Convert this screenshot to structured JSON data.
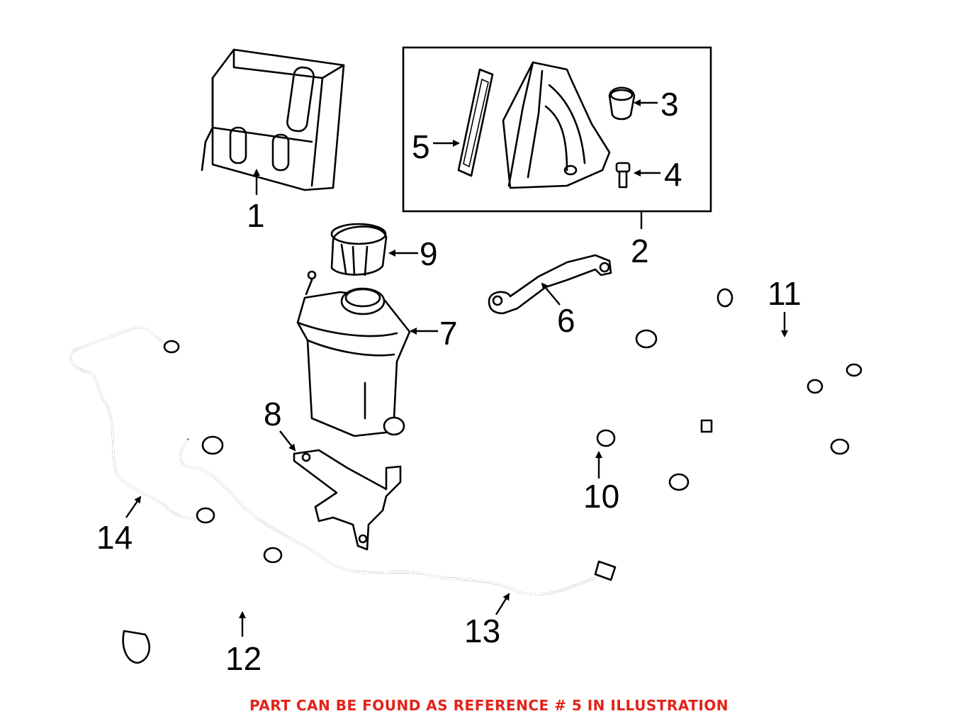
{
  "callouts": {
    "c1": "1",
    "c2": "2",
    "c3": "3",
    "c4": "4",
    "c5": "5",
    "c6": "6",
    "c7": "7",
    "c8": "8",
    "c9": "9",
    "c10": "10",
    "c11": "11",
    "c12": "12",
    "c13": "13",
    "c14": "14"
  },
  "footer_note": "PART CAN BE FOUND AS REFERENCE # 5 IN ILLUSTRATION",
  "colors": {
    "line": "#000000",
    "note": "#e2231a",
    "background": "#ffffff"
  }
}
